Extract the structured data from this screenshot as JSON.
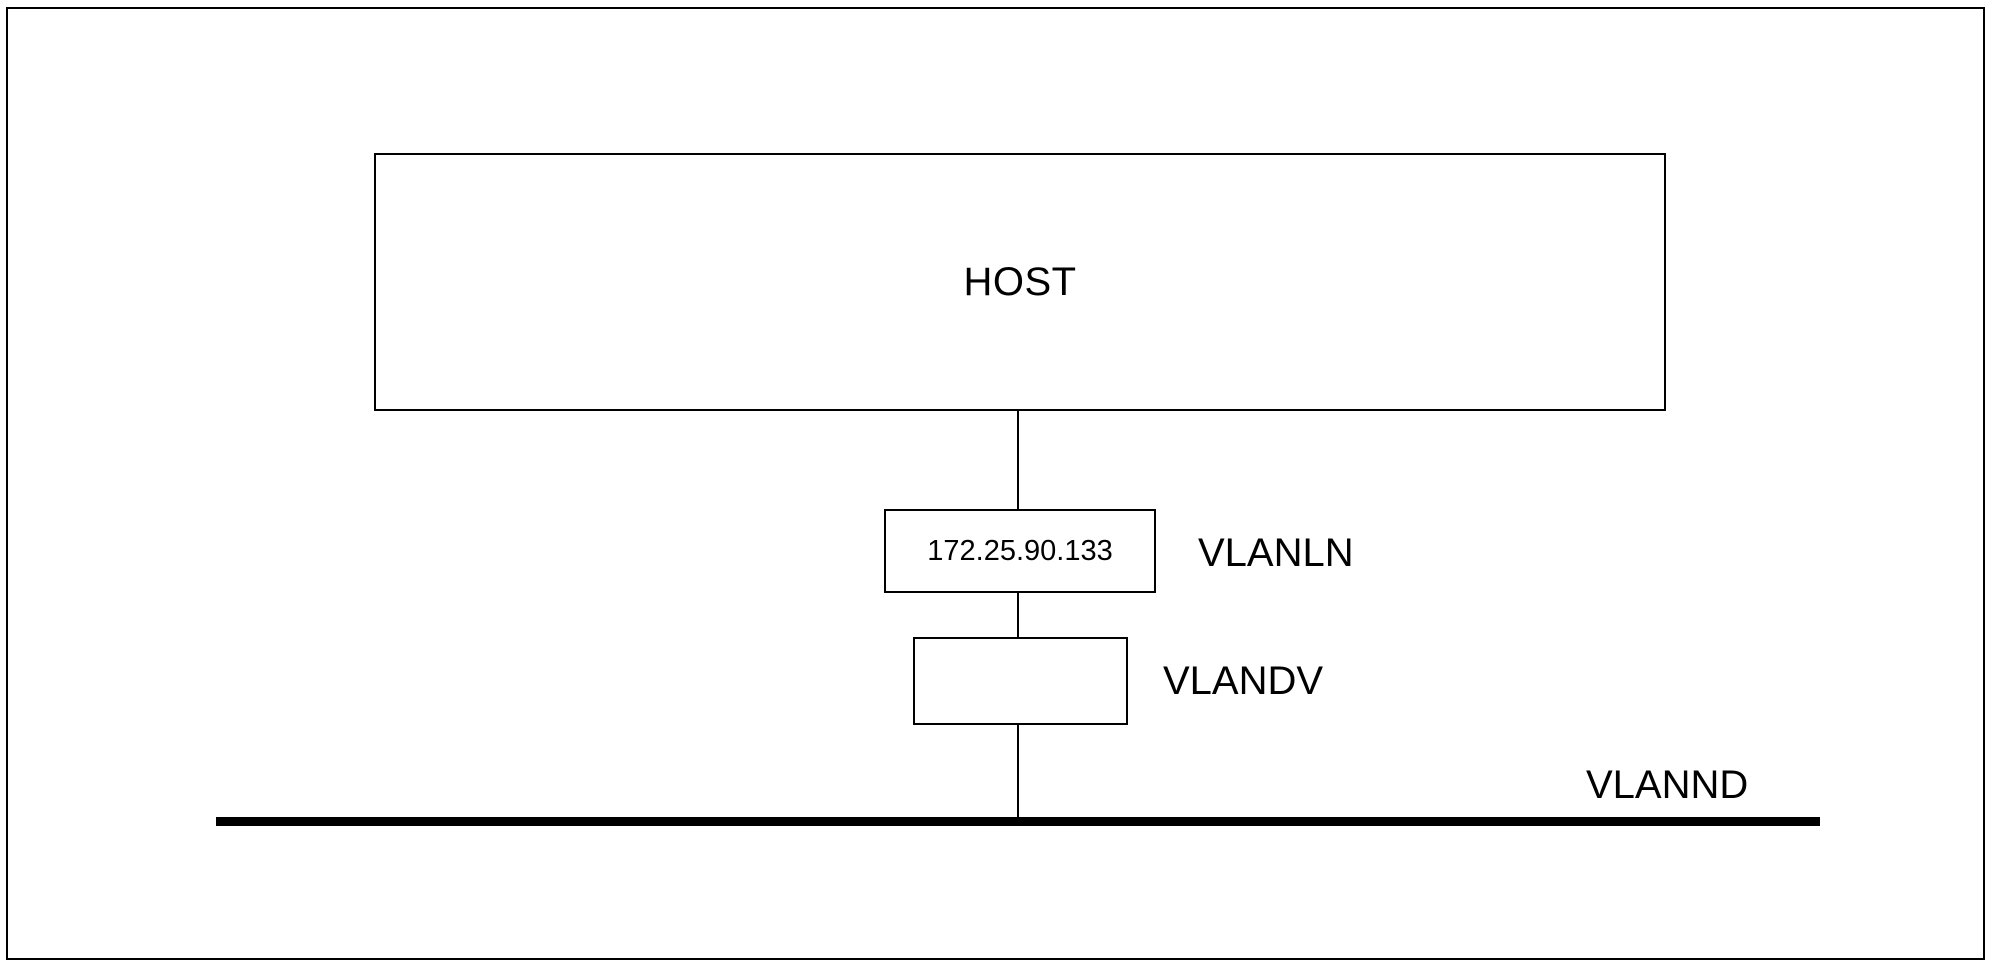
{
  "diagram": {
    "type": "network-topology",
    "title": "",
    "background_color": "#ffffff",
    "stroke_color": "#000000",
    "nodes": [
      {
        "id": "host",
        "label": "HOST",
        "shape": "rectangle"
      },
      {
        "id": "vlanln-interface",
        "label": "172.25.90.133",
        "shape": "rectangle"
      },
      {
        "id": "vlandv-device",
        "label": "",
        "shape": "rectangle"
      }
    ],
    "labels": [
      {
        "id": "vlanln",
        "text": "VLANLN"
      },
      {
        "id": "vlandv",
        "text": "VLANDV"
      },
      {
        "id": "vlannd",
        "text": "VLANND"
      }
    ],
    "bus": {
      "id": "vlannd-bus",
      "label": "VLANND",
      "style": "thick-horizontal-line",
      "color": "#000000"
    },
    "links": [
      {
        "id": "host-to-vlanln",
        "from": "host",
        "to": "vlanln-interface",
        "style": "vertical-line"
      },
      {
        "id": "vlanln-to-vlandv",
        "from": "vlanln-interface",
        "to": "vlandv-device",
        "style": "vertical-line"
      },
      {
        "id": "vlandv-to-bus",
        "from": "vlandv-device",
        "to": "vlannd-bus",
        "style": "vertical-line"
      }
    ]
  }
}
